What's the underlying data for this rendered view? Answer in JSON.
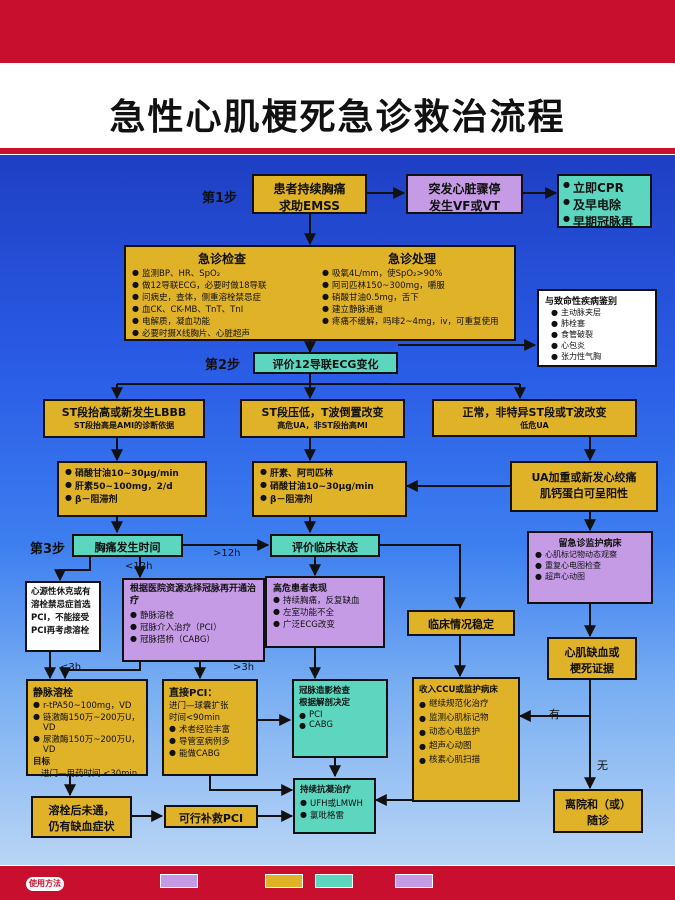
{
  "title": "急性心肌梗死急诊救治流程",
  "steps": {
    "s1": "第1步",
    "s2": "第2步",
    "s3": "第3步"
  },
  "b1": {
    "l1": "患者持续胸痛",
    "l2": "求助EMSS"
  },
  "b2": {
    "l1": "突发心脏骤停",
    "l2": "发生VF或VT"
  },
  "b3": {
    "items": [
      "立即CPR",
      "及早电除",
      "早期冠脉再"
    ]
  },
  "b4": {
    "h1": "急诊检查",
    "left": [
      "监测BP、HR、SpO₂",
      "做12导联ECG，必要时做18导联",
      "问病史，查体，侧重溶栓禁忌症",
      "血CK、CK-MB、TnT、TnI",
      "电解质，凝血功能",
      "必要时摄X线胸片、心脏超声"
    ],
    "h2": "急诊处理",
    "right": [
      "吸氧4L/mm，使SpO₂>90%",
      "阿司匹林150~300mg，嚼服",
      "硝酸甘油0.5mg，舌下",
      "建立静脉通道",
      "疼痛不缓解，吗啡2~4mg，iv，可重复使用"
    ]
  },
  "b5": {
    "title": "与致命性疾病鉴别",
    "items": [
      "主动脉夹层",
      "肺栓塞",
      "食管破裂",
      "心包炎",
      "张力性气胸"
    ]
  },
  "b6": {
    "label": "评价12导联ECG变化"
  },
  "b7": {
    "l1": "ST段抬高或新发生LBBB",
    "l2": "ST段抬高是AMI的诊断依据"
  },
  "b8": {
    "l1": "ST段压低，T波倒置改变",
    "l2": "高危UA，非ST段抬高MI"
  },
  "b9": {
    "l1": "正常，非特异ST段或T波改变",
    "l2": "低危UA"
  },
  "b10": {
    "items": [
      "硝酸甘油10~30μg/min",
      "肝素50~100mg，2/d",
      "β－阻滞剂"
    ]
  },
  "b11": {
    "items": [
      "肝素、阿司匹林",
      "硝酸甘油10~30μg/min",
      "β－阻滞剂"
    ]
  },
  "b12": {
    "l1": "UA加重或新发心绞痛",
    "l2": "肌钙蛋白可呈阳性"
  },
  "b13": {
    "label": "胸痛发生时间"
  },
  "b14": {
    "label": "评价临床状态"
  },
  "b15": {
    "title": "留急诊监护病床",
    "items": [
      "心肌标记物动态观察",
      "重复心电图检查",
      "超声心动图"
    ]
  },
  "b16": {
    "text": "心源性休克或有溶栓禁忌症首选PCI，不能接受PCI再考虑溶栓"
  },
  "b17": {
    "title": "根据医院资源选择冠脉再开通治疗",
    "items": [
      "静脉溶栓",
      "冠脉介入治疗（PCI）",
      "冠脉搭桥（CABG）"
    ]
  },
  "b18": {
    "title": "高危患者表现",
    "items": [
      "持续胸痛，反复缺血",
      "左室功能不全",
      "广泛ECG改变"
    ]
  },
  "b19": {
    "label": "临床情况稳定"
  },
  "b20": {
    "l1": "心肌缺血或",
    "l2": "梗死证据"
  },
  "b21": {
    "title": "静脉溶栓",
    "items": [
      "r-tPA50~100mg，VD",
      "链激酶150万~200万U，VD",
      "尿激酶150万~200万U，VD"
    ],
    "f1": "目标",
    "f2": "进门—用药时间 <30min"
  },
  "b22": {
    "title": "直接PCI：",
    "lines": [
      "进门—球囊扩张",
      "时间<90min"
    ],
    "items": [
      "术者经验丰富",
      "导管室病例多",
      "能做CABG"
    ]
  },
  "b23": {
    "title": "冠脉造影检查",
    "sub": "根据解剖决定",
    "items": [
      "PCI",
      "CABG"
    ]
  },
  "b24": {
    "title": "收入CCU或监护病床",
    "items": [
      "继续规范化治疗",
      "监测心肌标记物",
      "动态心电监护",
      "超声心动图",
      "核素心肌扫描"
    ]
  },
  "b25": {
    "l1": "离院和（或）",
    "l2": "随诊"
  },
  "b26": {
    "l1": "溶栓后未通，",
    "l2": "仍有缺血症状"
  },
  "b27": {
    "label": "可行补救PCI"
  },
  "b28": {
    "title": "持续抗凝治疗",
    "items": [
      "UFH或LMWH",
      "氯吡格雷"
    ]
  },
  "labels": {
    "lt12": "<12h",
    "gt12": ">12h",
    "lt3": "<3h",
    "gt3": ">3h",
    "you": "有",
    "wu": "无"
  },
  "footer": {
    "usage": "使用方法"
  }
}
